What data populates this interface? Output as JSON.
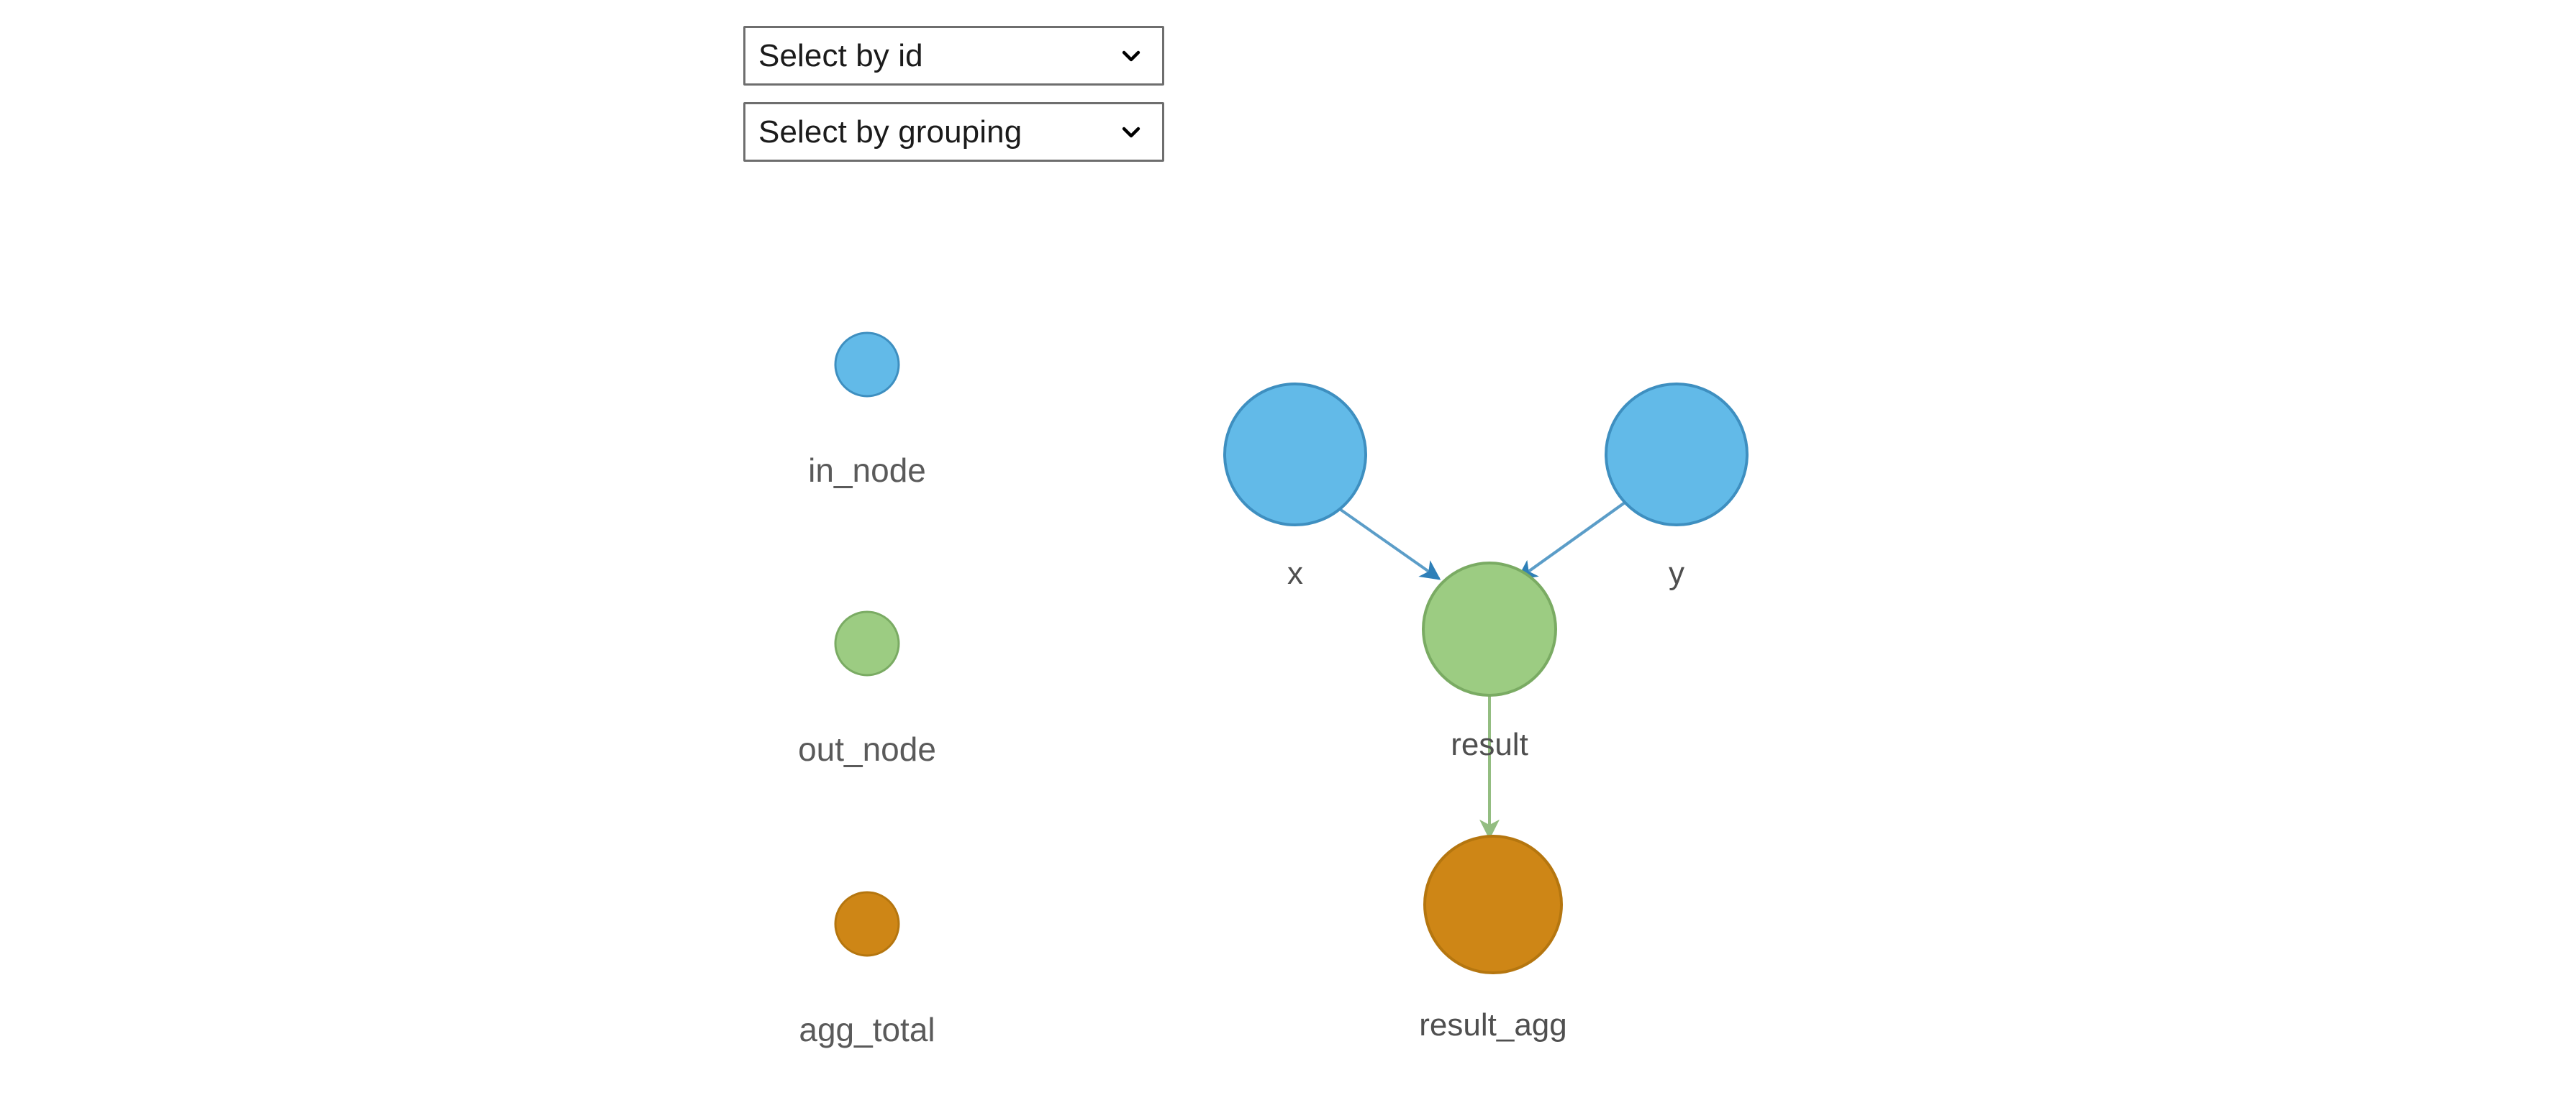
{
  "controls": {
    "selects": [
      {
        "name": "select-by-id",
        "value": "Select by id",
        "chevron": "chevron-down-icon"
      },
      {
        "name": "select-by-grouping",
        "value": "Select by grouping",
        "chevron": "chevron-down-icon"
      }
    ]
  },
  "colors": {
    "in_node_fill": "#62bae8",
    "in_node_stroke": "#3e8fc0",
    "out_node_fill": "#9ccc82",
    "out_node_stroke": "#7aab63",
    "agg_total_fill": "#ce8616",
    "agg_total_stroke": "#b5760f",
    "edge_blue": "#2e7fb8",
    "edge_green": "#86b873",
    "text": "#4f4f4f",
    "background": "#ffffff"
  },
  "legend": {
    "items": [
      {
        "label": "in_node",
        "color_key": "in_node_fill"
      },
      {
        "label": "out_node",
        "color_key": "out_node_fill"
      },
      {
        "label": "agg_total",
        "color_key": "agg_total_fill"
      }
    ]
  },
  "graph": {
    "nodes": [
      {
        "id": "x",
        "label": "x",
        "type": "in_node"
      },
      {
        "id": "y",
        "label": "y",
        "type": "in_node"
      },
      {
        "id": "result",
        "label": "",
        "type": "out_node"
      },
      {
        "id": "result_agg",
        "label": "result_agg",
        "type": "agg_total"
      }
    ],
    "edges": [
      {
        "from": "x",
        "to": "result",
        "label": ""
      },
      {
        "from": "y",
        "to": "result",
        "label": ""
      },
      {
        "from": "result",
        "to": "result_agg",
        "label": "result"
      }
    ]
  }
}
